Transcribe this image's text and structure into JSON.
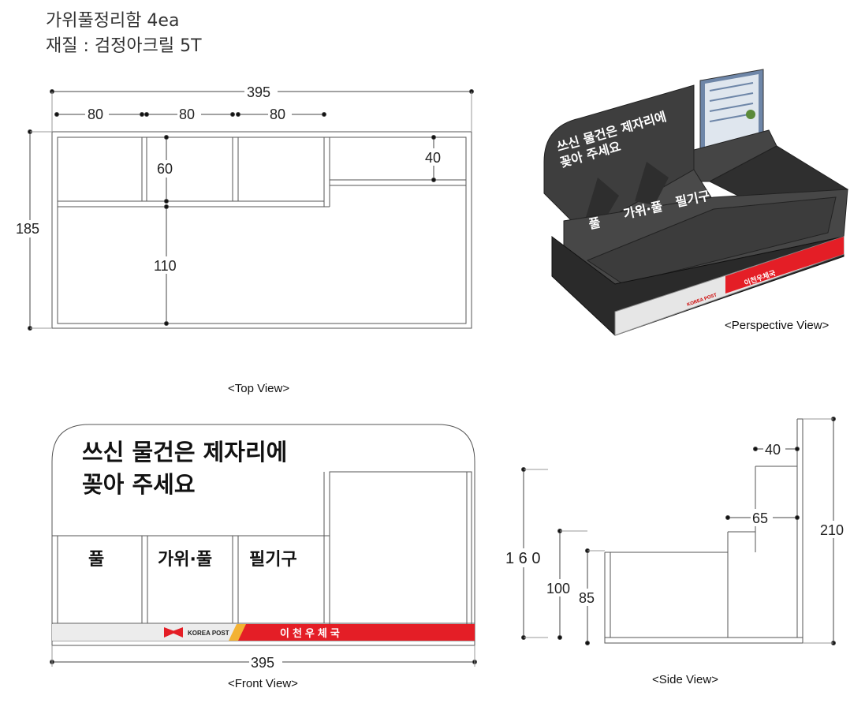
{
  "header": {
    "line1": "가위풀정리함 4ea",
    "line2": "재질 : 검정아크릴 5T"
  },
  "top_view": {
    "label": "<Top View>",
    "dim_total_width": "395",
    "dim_compartment_1": "80",
    "dim_compartment_2": "80",
    "dim_compartment_3": "80",
    "dim_total_depth": "185",
    "dim_front_depth": "60",
    "dim_back_depth": "110",
    "dim_right_shelf": "40"
  },
  "perspective_view": {
    "label": "<Perspective View>",
    "sign_line1": "쓰신 물건은 제자리에",
    "sign_line2": "꽂아 주세요",
    "slot_1": "풀",
    "slot_2": "가위·풀",
    "slot_3": "필기구",
    "brand": "KOREA POST",
    "office": "이천우체국"
  },
  "front_view": {
    "label": "<Front View>",
    "sign_line1": "쓰신 물건은 제자리에",
    "sign_line2": "꽂아 주세요",
    "slot_1": "풀",
    "slot_2": "가위·풀",
    "slot_3": "필기구",
    "brand": "KOREA POST",
    "office": "이천우체국",
    "dim_width": "395"
  },
  "side_view": {
    "label": "<Side View>",
    "dim_160": "1 6 0",
    "dim_100": "100",
    "dim_85": "85",
    "dim_210": "210",
    "dim_65": "65",
    "dim_40": "40"
  },
  "colors": {
    "red_stripe": "#e41e26",
    "acrylic_black": "#3a3a3a",
    "line": "#555555"
  }
}
